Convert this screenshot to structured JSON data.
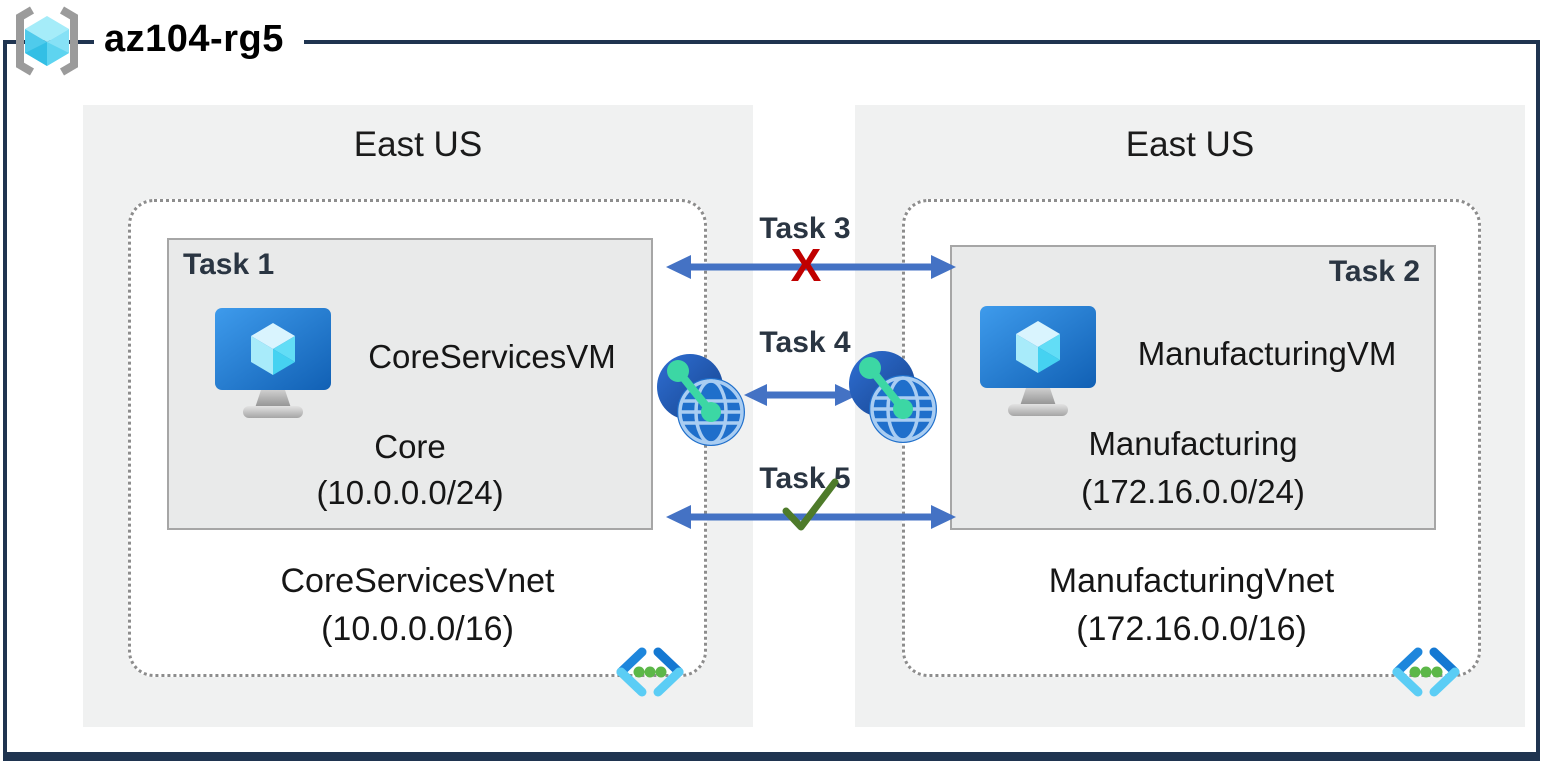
{
  "resource_group": {
    "title": "az104-rg5",
    "icon": "resource-group-icon"
  },
  "regions": [
    {
      "name": "East US",
      "vnet": {
        "name": "CoreServicesVnet",
        "cidr": "(10.0.0.0/16)",
        "icon": "virtual-network-icon"
      },
      "task_box": {
        "label": "Task 1",
        "vm_name": "CoreServicesVM",
        "vm_icon": "virtual-machine-icon",
        "subnet": "Core",
        "subnet_cidr": "(10.0.0.0/24)"
      }
    },
    {
      "name": "East US",
      "vnet": {
        "name": "ManufacturingVnet",
        "cidr": "(172.16.0.0/16)",
        "icon": "virtual-network-icon"
      },
      "task_box": {
        "label": "Task 2",
        "vm_name": "ManufacturingVM",
        "vm_icon": "virtual-machine-icon",
        "subnet": "Manufacturing",
        "subnet_cidr": "(172.16.0.0/24)"
      }
    }
  ],
  "connections": [
    {
      "label": "Task 3",
      "status": "blocked",
      "marker": "X"
    },
    {
      "label": "Task 4",
      "status": "peering",
      "marker": ""
    },
    {
      "label": "Task 5",
      "status": "allowed",
      "marker": "check"
    }
  ],
  "colors": {
    "outer_border": "#1F3450",
    "arrow_blue": "#4472C4",
    "blocked_red": "#C00000",
    "allowed_green": "#4E7B2A",
    "region_fill": "#F0F1F1",
    "task_box_fill": "#E9EAEA",
    "task_label": "#2A3542",
    "dotted_border": "#8D8D8D",
    "peering_green": "#3CD7A4",
    "vnet_dot_green": "#5CB748"
  }
}
